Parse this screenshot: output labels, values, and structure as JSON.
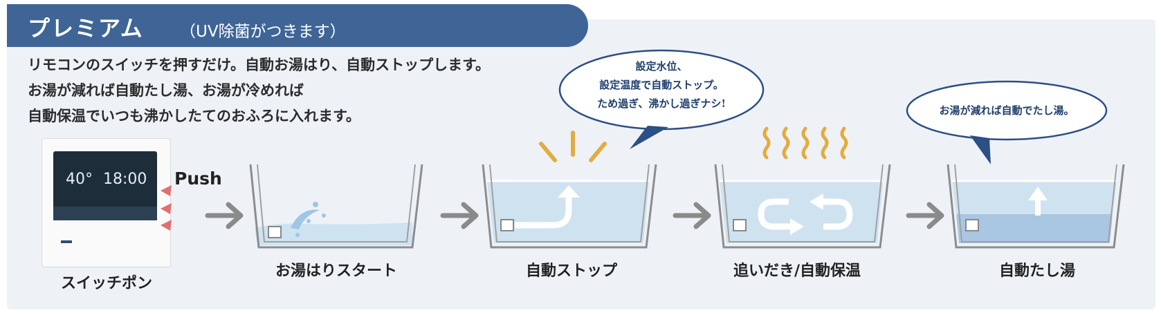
{
  "title": {
    "main": "プレミアム",
    "sub": "（UV除菌がつきます）"
  },
  "description": [
    "リモコンのスイッチを押すだけ。自動お湯はり、自動ストップします。",
    "お湯が減れば自動たし湯、お湯が冷めれば",
    "自動保温でいつも沸かしたてのおふろに入れます。"
  ],
  "device": {
    "label": "スイッチポン",
    "temp": "40°",
    "time": "18:00"
  },
  "push_label": "Push",
  "steps": [
    {
      "label": "お湯はりスタート"
    },
    {
      "label": "自動ストップ"
    },
    {
      "label": "追いだき/自動保温"
    },
    {
      "label": "自動たし湯"
    }
  ],
  "bubbles": {
    "stop": {
      "line1": "設定水位、",
      "line2": "設定温度で自動ストップ。",
      "line3": "ため過ぎ、沸かし過ぎナシ!"
    },
    "refill": {
      "line1": "お湯が減れば自動でたし湯。"
    }
  },
  "colors": {
    "title_bar": "#3f6597",
    "panel_bg": "#eef2f7",
    "water": "#cfe2f0",
    "water_deep": "#a9c6e3",
    "arrow_gray": "#8a8a8a",
    "heat": "#e2ac3f",
    "bubble_stroke": "#2c4f84",
    "sensor_red": "#e07070"
  }
}
